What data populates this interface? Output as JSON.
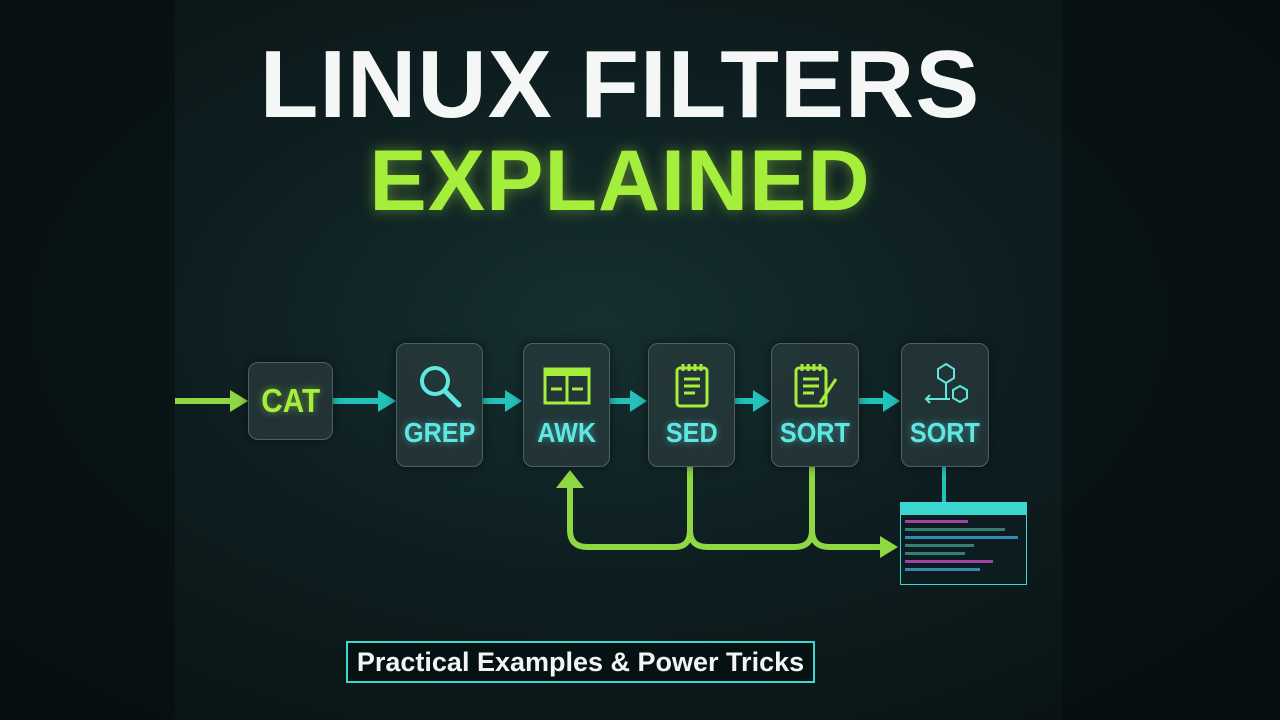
{
  "title": {
    "line1": "LINUX FILTERS",
    "line2": "EXPLAINED"
  },
  "pipeline": [
    {
      "label": "CAT",
      "icon": "none"
    },
    {
      "label": "GREP",
      "icon": "magnifier-icon"
    },
    {
      "label": "AWK",
      "icon": "table-icon"
    },
    {
      "label": "SED",
      "icon": "notepad-icon"
    },
    {
      "label": "SORT",
      "icon": "notepad-pencil-icon"
    },
    {
      "label": "SORT",
      "icon": "cubes-icon"
    }
  ],
  "footer": "Practical Examples & Power Tricks",
  "colors": {
    "accent_green": "#a6ee3c",
    "accent_cyan": "#3ad8cf",
    "background": "#0e1e20"
  }
}
